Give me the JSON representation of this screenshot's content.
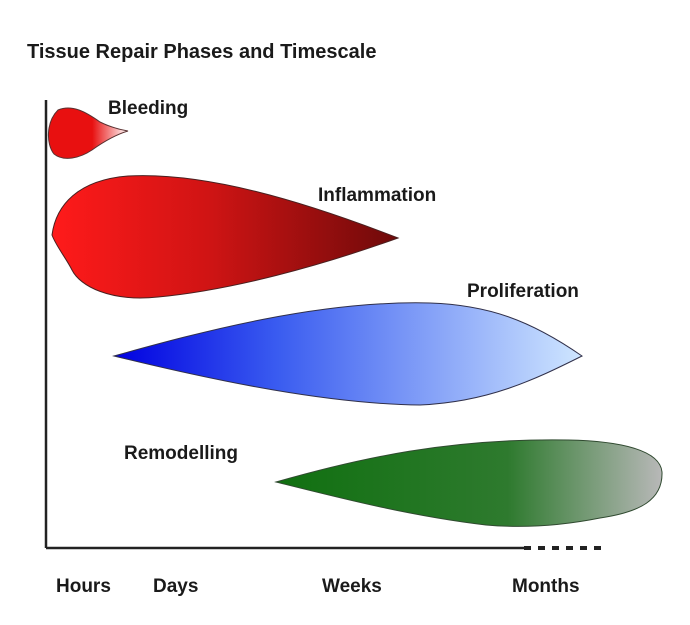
{
  "title": "Tissue Repair Phases and Timescale",
  "phases": [
    {
      "label": "Bleeding",
      "color_start": "#e81010",
      "color_end": "#ffffff"
    },
    {
      "label": "Inflammation",
      "color_start": "#ff1a1a",
      "color_end": "#6e0a0a"
    },
    {
      "label": "Proliferation",
      "color_start": "#0000e0",
      "color_end": "#cfe6ff"
    },
    {
      "label": "Remodelling",
      "color_start": "#107010",
      "color_end": "#b8b8b8"
    }
  ],
  "axis": {
    "labels": [
      "Hours",
      "Days",
      "Weeks",
      "Months"
    ],
    "continuation": "dashed"
  },
  "colors": {
    "axis": "#222222",
    "outline": "#4a3a3a"
  }
}
